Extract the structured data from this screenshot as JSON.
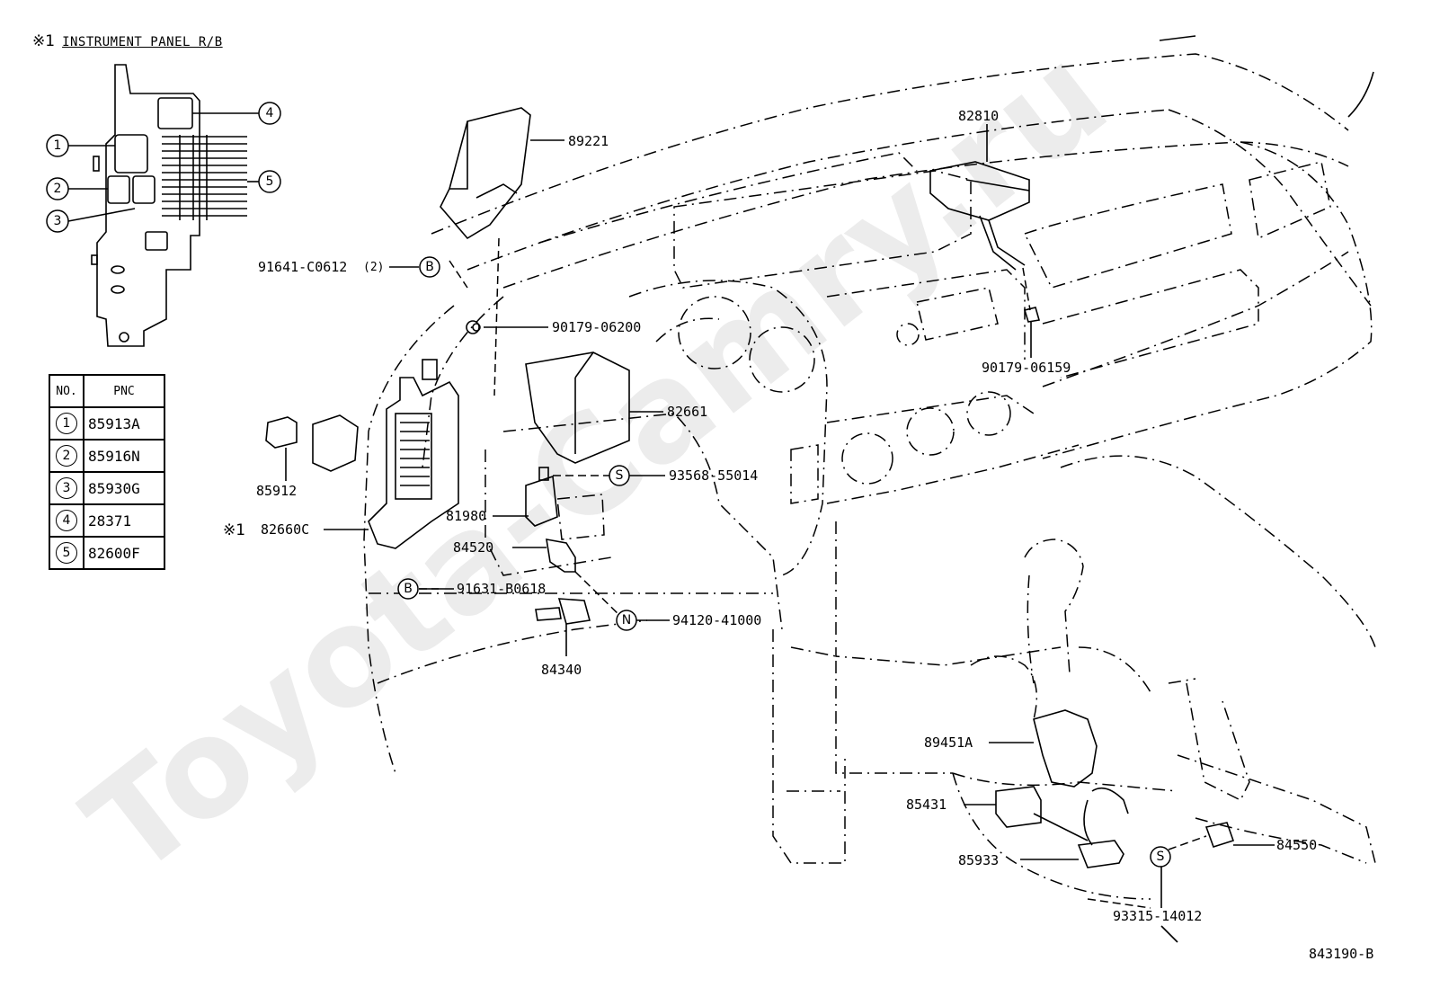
{
  "relay_block": {
    "note_mark": "※1",
    "title": "INSTRUMENT PANEL R/B",
    "table_headers": {
      "no": "NO.",
      "pnc": "PNC"
    },
    "rows": [
      {
        "no": "1",
        "pnc": "85913A"
      },
      {
        "no": "2",
        "pnc": "85916N"
      },
      {
        "no": "3",
        "pnc": "85930G"
      },
      {
        "no": "4",
        "pnc": "28371"
      },
      {
        "no": "5",
        "pnc": "82600F"
      }
    ],
    "callouts": [
      "1",
      "2",
      "3",
      "4",
      "5"
    ]
  },
  "parts": {
    "p89221": "89221",
    "p91641": "91641-C0612",
    "p91641_qty": "(2)",
    "p90179_06200": "90179-06200",
    "p82661": "82661",
    "p93568": "93568-55014",
    "p85912": "85912",
    "p81980": "81980",
    "p82660c_mark": "※1",
    "p82660c": "82660C",
    "p84520": "84520",
    "p91631": "91631-B0618",
    "p94120": "94120-41000",
    "p84340": "84340",
    "p82810": "82810",
    "p90179_06159": "90179-06159",
    "p89451a": "89451A",
    "p85431": "85431",
    "p85933": "85933",
    "p84550": "84550",
    "p93315": "93315-14012"
  },
  "symbols": {
    "b": "B",
    "s": "S",
    "n": "N"
  },
  "diagram_code": "843190-B",
  "watermark": "Toyota-Camry.ru"
}
